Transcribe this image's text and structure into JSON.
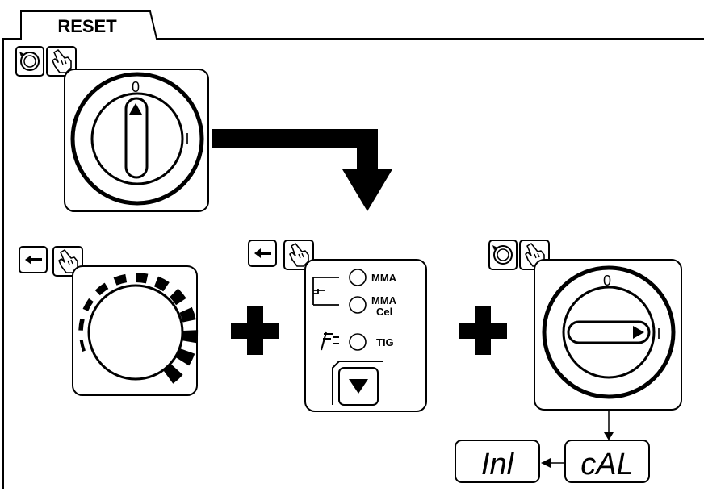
{
  "tab": {
    "label": "RESET"
  },
  "switch": {
    "off_label": "0",
    "on_label": "I"
  },
  "mode_panel": {
    "modes": [
      "MMA",
      "MMA",
      "Cel",
      "TIG"
    ]
  },
  "display": {
    "readout_1": "cAL",
    "readout_2": "Inl"
  },
  "icons": {
    "switch_rotate": "rotate-switch-icon",
    "hand": "hand-press-icon",
    "back": "back-arrow-icon",
    "down": "down-triangle-icon"
  },
  "colors": {
    "ink": "#000000",
    "paper": "#ffffff"
  }
}
